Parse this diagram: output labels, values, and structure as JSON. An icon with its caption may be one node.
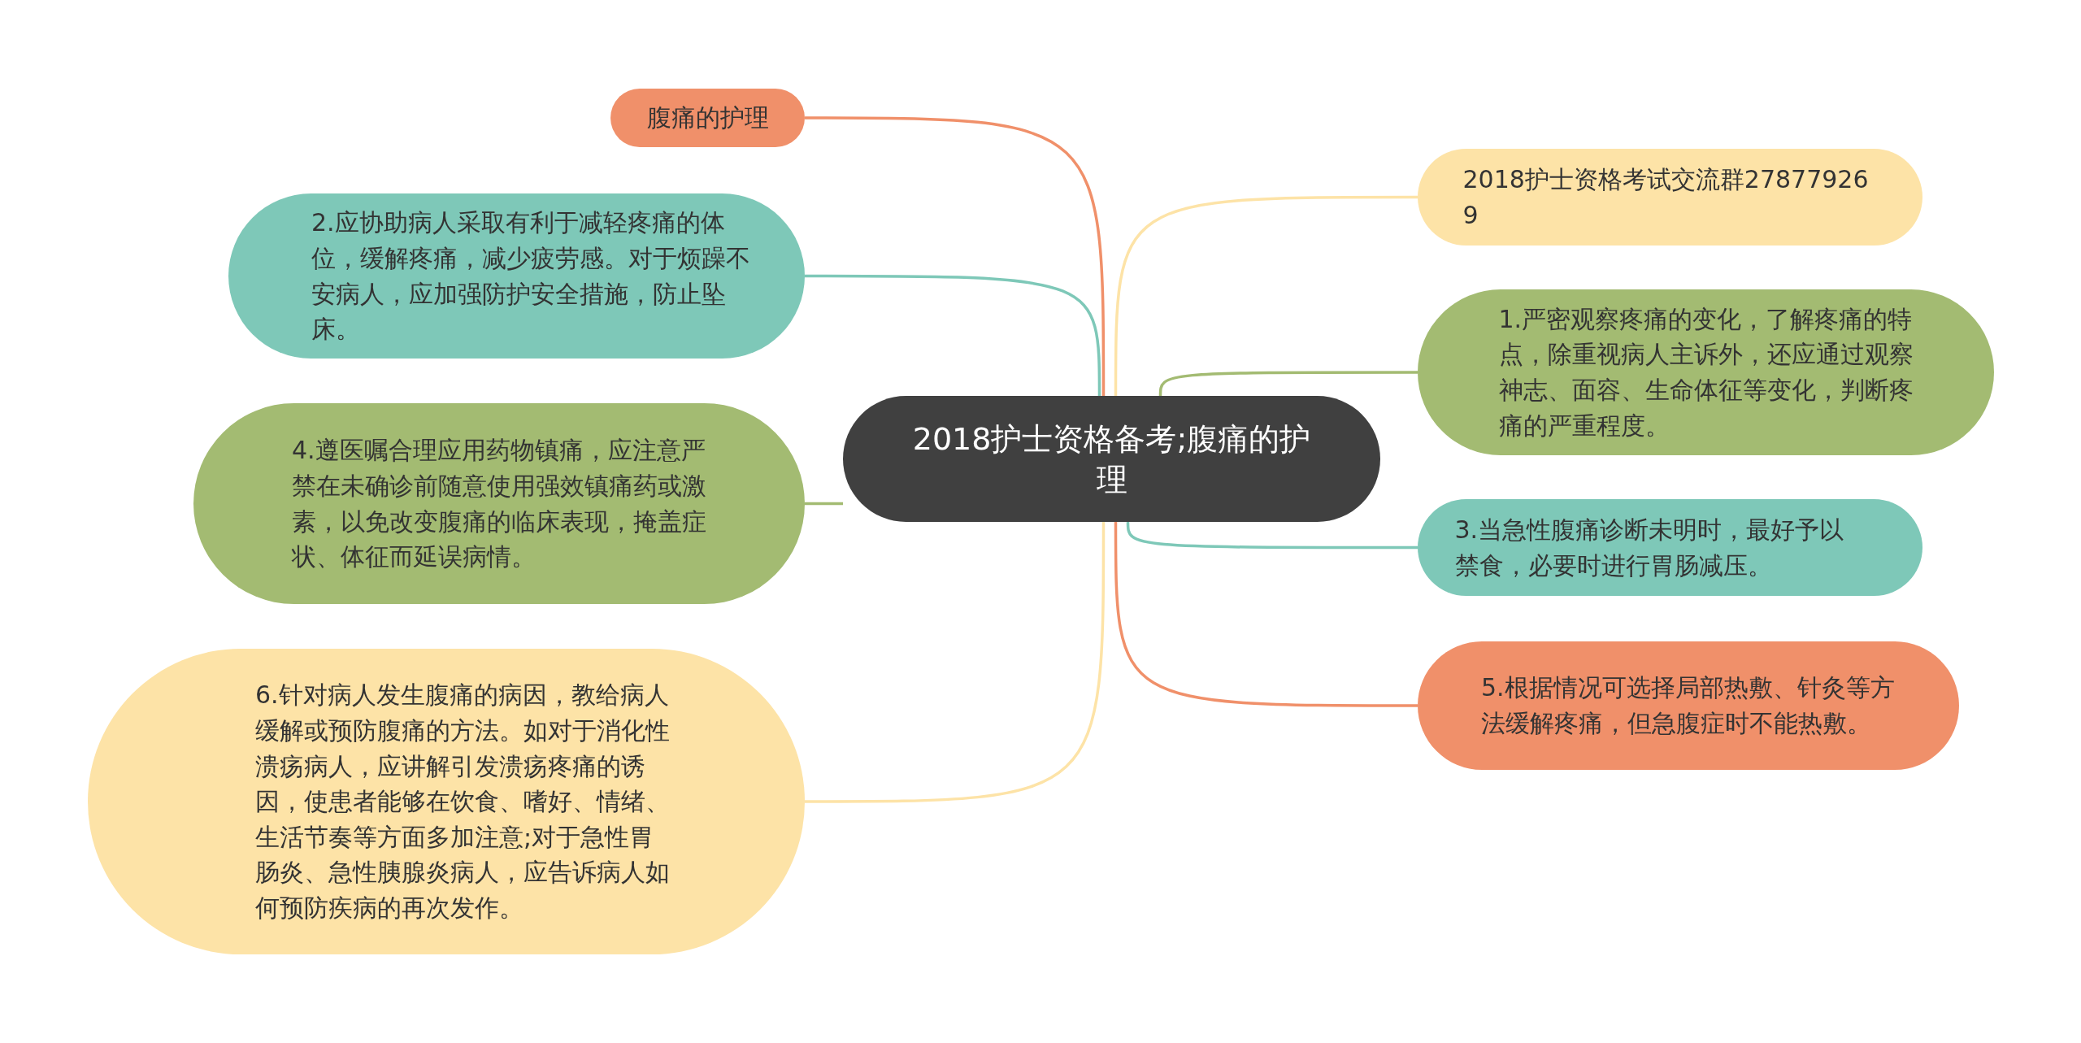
{
  "diagram": {
    "nodes": [
      {
        "text": [
          "2018护士资格备考;腹痛的护理"
        ]
      },
      {
        "text": [
          "腹痛的护理"
        ]
      },
      {
        "text": [
          "2.应协助病人采取有利于减轻疼痛的体位，缓解疼痛，减少疲劳感。对于烦躁不安病人，应加强防护安全措施，防止坠床。"
        ]
      },
      {
        "text": [
          "4.遵医嘱合理应用药物镇痛，应注意严禁在未确诊前随意使用强效镇痛药或激素，以免改变腹痛的临床表现，掩盖症状、体征而延误病情。"
        ]
      },
      {
        "text": [
          "6.针对病人发生腹痛的病因，教给病人缓解或预防腹痛的方法。如对于消化性溃疡病人，应讲解引发溃疡疼痛的诱因，使患者能够在饮食、嗜好、情绪、生活节奏等方面多加注意;对于急性胃肠炎、急性胰腺炎病人，应告诉病人如何预防疾病的再次发作。"
        ]
      },
      {
        "text": [
          "2018护士资格考试交流群278779269"
        ]
      },
      {
        "text": [
          "1.严密观察疼痛的变化，了解疼痛的特点，除重视病人主诉外，还应通过观察神志、面容、生命体征等变化，判断疼痛的严重程度。"
        ]
      },
      {
        "text": [
          "3.当急性腹痛诊断未明时，最好予以禁食，必要时进行胃肠减压。"
        ]
      },
      {
        "text": [
          "5.根据情况可选择局部热敷、针灸等方法缓解疼痛，但急腹症时不能热敷。"
        ]
      }
    ],
    "edges": [
      {
        "from": 0,
        "to": 1,
        "arrow": "none",
        "color": "#f0906a"
      },
      {
        "from": 0,
        "to": 2,
        "arrow": "none",
        "color": "#7ec8b8"
      },
      {
        "from": 0,
        "to": 3,
        "arrow": "none",
        "color": "#a3bb72"
      },
      {
        "from": 0,
        "to": 4,
        "arrow": "none",
        "color": "#fde3a7"
      },
      {
        "from": 0,
        "to": 5,
        "arrow": "none",
        "color": "#fde3a7"
      },
      {
        "from": 0,
        "to": 6,
        "arrow": "none",
        "color": "#a3bb72"
      },
      {
        "from": 0,
        "to": 7,
        "arrow": "none",
        "color": "#7ec8b8"
      },
      {
        "from": 0,
        "to": 8,
        "arrow": "none",
        "color": "#f0906a"
      }
    ]
  }
}
